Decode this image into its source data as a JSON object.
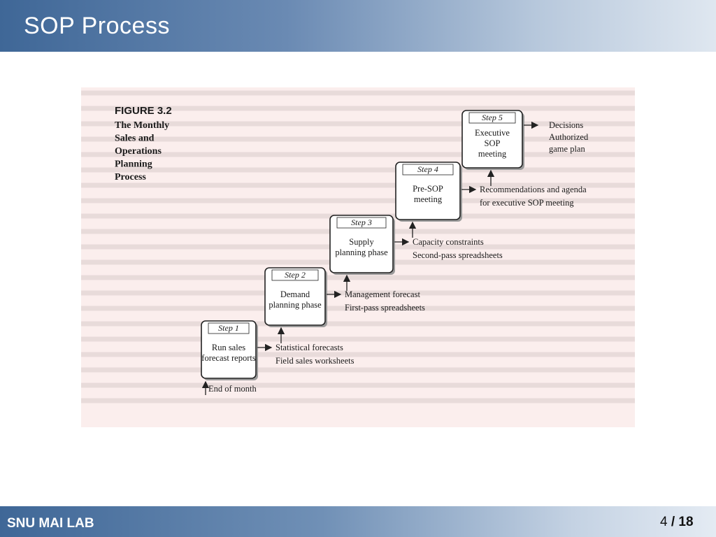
{
  "slide": {
    "title": "SOP Process",
    "footer_label": "SNU MAI LAB",
    "page_current": "4",
    "page_total": "18"
  },
  "figure": {
    "label": "FIGURE 3.2",
    "caption_lines": [
      "The Monthly",
      "Sales and",
      "Operations",
      "Planning",
      "Process"
    ],
    "start_label": "End of month",
    "steps": [
      {
        "tag": "Step 1",
        "lines": [
          "Run sales",
          "forecast reports"
        ],
        "outputs": [
          "Statistical forecasts",
          "Field sales worksheets"
        ]
      },
      {
        "tag": "Step 2",
        "lines": [
          "Demand",
          "planning phase"
        ],
        "outputs": [
          "Management forecast",
          "First-pass spreadsheets"
        ]
      },
      {
        "tag": "Step 3",
        "lines": [
          "Supply",
          "planning phase"
        ],
        "outputs": [
          "Capacity constraints",
          "Second-pass spreadsheets"
        ]
      },
      {
        "tag": "Step 4",
        "lines": [
          "Pre-SOP",
          "meeting"
        ],
        "outputs": [
          "Recommendations and agenda",
          "for executive SOP meeting"
        ]
      },
      {
        "tag": "Step 5",
        "lines": [
          "Executive",
          "SOP",
          "meeting"
        ],
        "outputs": [
          "Decisions",
          "Authorized",
          "game plan"
        ]
      }
    ]
  },
  "colors": {
    "header_dark": "#3f6797",
    "figure_bg": "#fbeeed"
  }
}
